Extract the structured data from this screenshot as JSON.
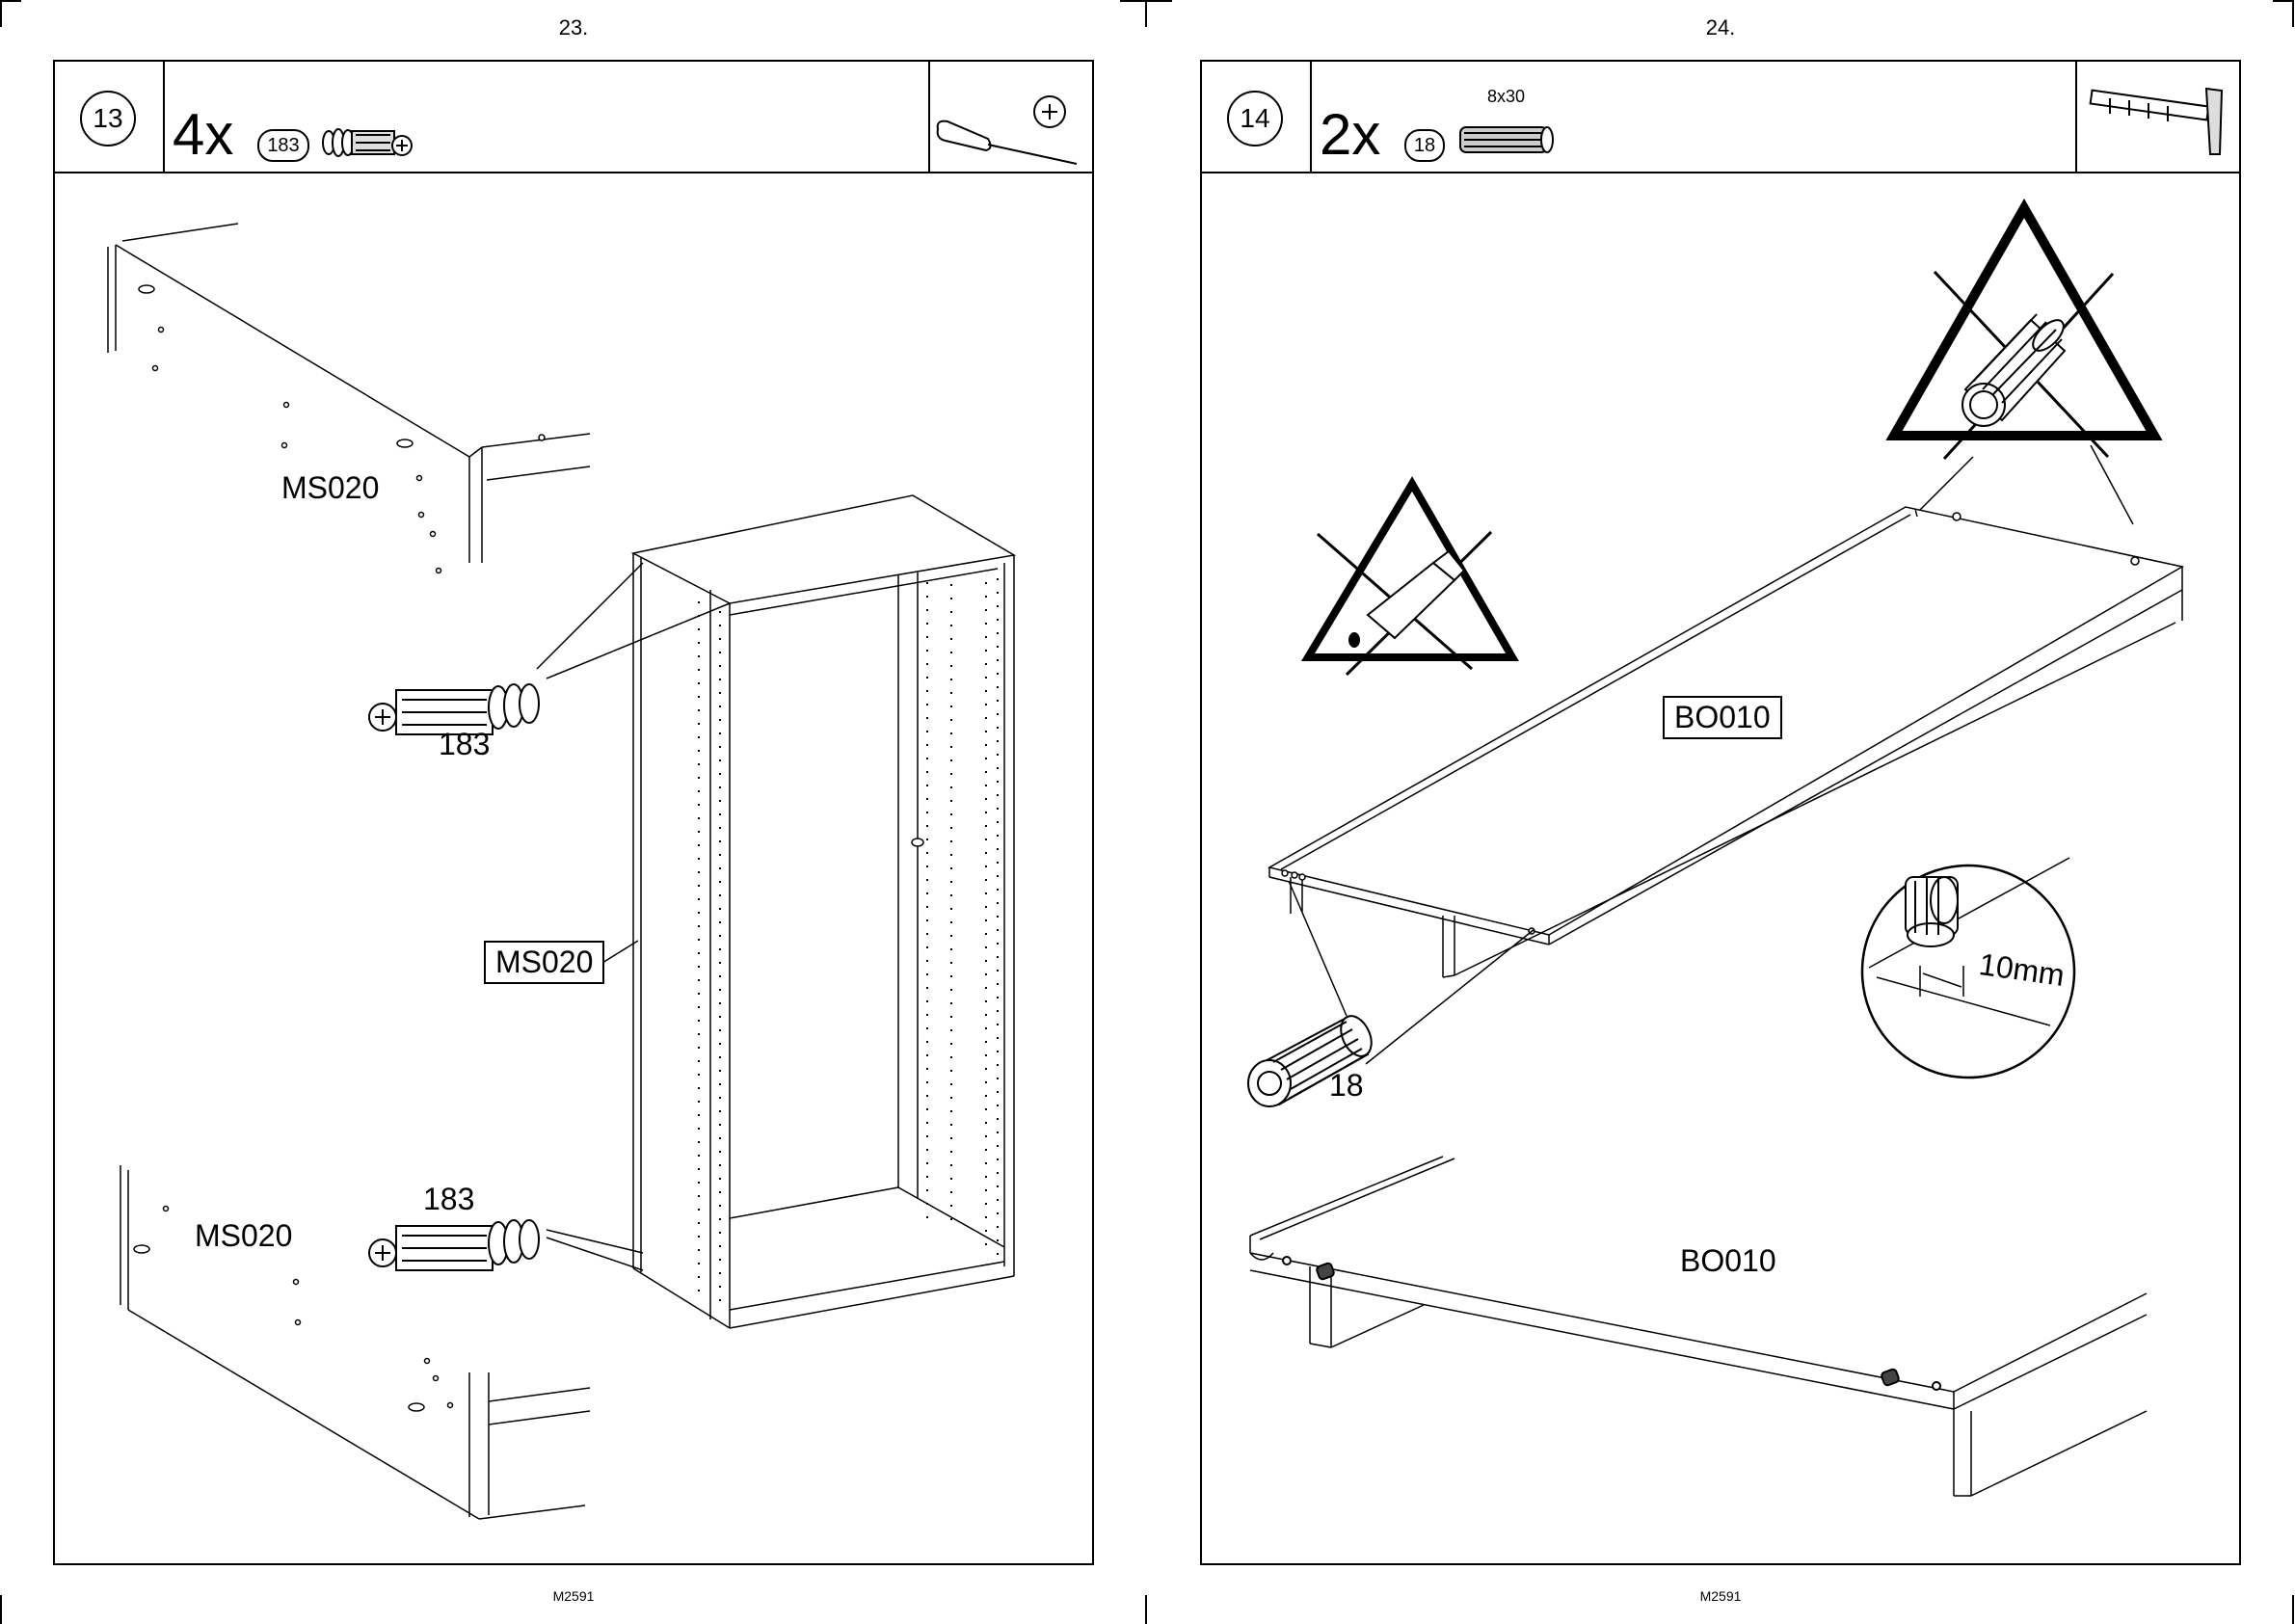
{
  "left_page": {
    "page_number": "23.",
    "footer_code": "M2591",
    "step": {
      "number": "13",
      "quantity": "4x",
      "part_number": "183",
      "tool_icon": "phillips-screwdriver-icon"
    },
    "labels": {
      "panel_top": "MS020",
      "cam_top": "183",
      "panel_side_box": "MS020",
      "cam_bottom": "183",
      "panel_bottom": "MS020"
    }
  },
  "right_page": {
    "page_number": "24.",
    "footer_code": "M2591",
    "step": {
      "number": "14",
      "quantity": "2x",
      "part_number": "18",
      "part_size": "8x30",
      "tool_icon": "hammer-icon"
    },
    "labels": {
      "board_box": "BO010",
      "dowel": "18",
      "depth": "10mm",
      "board_bottom": "BO010"
    },
    "warnings": [
      "no-glue-warning-icon",
      "no-dowel-in-hole-warning-icon"
    ]
  }
}
